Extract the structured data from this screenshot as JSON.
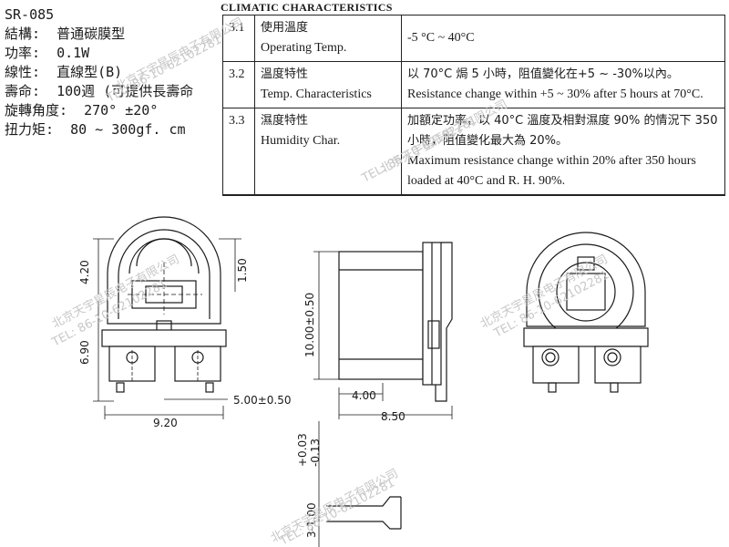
{
  "specs": {
    "model": "SR-085",
    "structure": "結構:  普通碳膜型",
    "power": "功率:  0.1W",
    "taper": "線性:  直線型(B)",
    "life": "壽命:  100週 (可提供長壽命",
    "rotation": "旋轉角度:  270° ±20°",
    "torque": "扭力矩:  80 ~ 300gf. cm"
  },
  "climatic": {
    "title": "CLIMATIC CHARACTERISTICS",
    "rows": [
      {
        "num": "3.1",
        "item_zh": "使用溫度",
        "item_en": "Operating Temp.",
        "value_en": "-5 °C ~ 40°C"
      },
      {
        "num": "3.2",
        "item_zh": "溫度特性",
        "item_en": "Temp. Characteristics",
        "value_zh": "以 70°C 焗 5 小時，阻值變化在+5 ~ -30%以內。",
        "value_en": "Resistance change within +5 ~ 30% after 5 hours at 70°C."
      },
      {
        "num": "3.3",
        "item_zh": "濕度特性",
        "item_en": "Humidity Char.",
        "value_zh": "加額定功率，以 40°C 溫度及相對濕度 90% 的情況下 350 小時，阻值變化最大為 20%。",
        "value_en": "Maximum resistance change within 20% after 350 hours loaded at 40°C and R. H. 90%."
      }
    ]
  },
  "dimensions": {
    "d_420": "4.20",
    "d_150": "1.50",
    "d_690": "6.90",
    "d_500": "5.00±0.50",
    "d_920": "9.20",
    "d_1000": "10.00±0.50",
    "d_400": "4.00",
    "d_850": "8.50",
    "d_pin": "3-1.00",
    "d_pin_tol_plus": "+0.03",
    "d_pin_tol_minus": "-0.13"
  },
  "watermark": {
    "company": "北京天宇星辰电子有限公司",
    "tel": "TEL: 86-10-62102281"
  }
}
